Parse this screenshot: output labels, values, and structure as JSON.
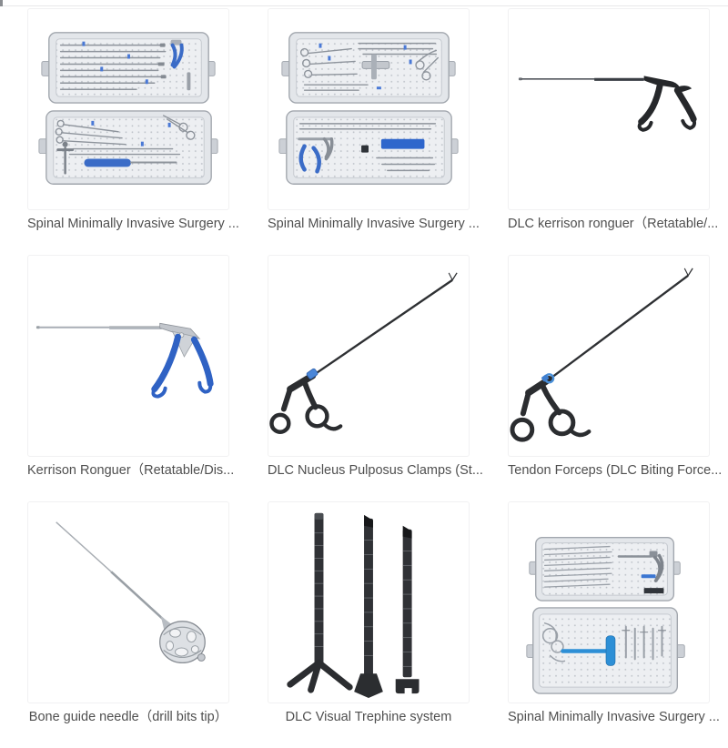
{
  "page": {
    "title": "Surgical instruments product grid",
    "background": "#ffffff",
    "top_divider_color": "#e8e8e9"
  },
  "colors": {
    "caption_text": "#4f4f4f",
    "accent_blue": "#3b6cc7",
    "bright_blue": "#2d8fd6",
    "handle_blue": "#2f62c4",
    "instrument_black": "#2b2d30",
    "tray_gray": "#e3e6ea",
    "steel_gray": "#9aa0a8"
  },
  "products": [
    {
      "title": "Spinal Minimally Invasive Surgery ...",
      "image": "spinal-tray-set"
    },
    {
      "title": "Spinal Minimally Invasive Surgery ...",
      "image": "spinal-tray-set"
    },
    {
      "title": "DLC kerrison ronguer（Retatable/...",
      "image": "kerrison-ronguer-black"
    },
    {
      "title": "Kerrison Ronguer（Retatable/Dis...",
      "image": "kerrison-ronguer-blue-handle"
    },
    {
      "title": "DLC Nucleus Pulposus Clamps (St...",
      "image": "nucleus-pulposus-clamps"
    },
    {
      "title": "Tendon Forceps (DLC Biting Force...",
      "image": "tendon-forceps"
    },
    {
      "title": "Bone guide needle（drill bits tip）",
      "image": "bone-guide-needle"
    },
    {
      "title": "DLC Visual Trephine system",
      "image": "visual-trephine-system"
    },
    {
      "title": "Spinal Minimally Invasive Surgery ...",
      "image": "spinal-tray-set"
    }
  ]
}
